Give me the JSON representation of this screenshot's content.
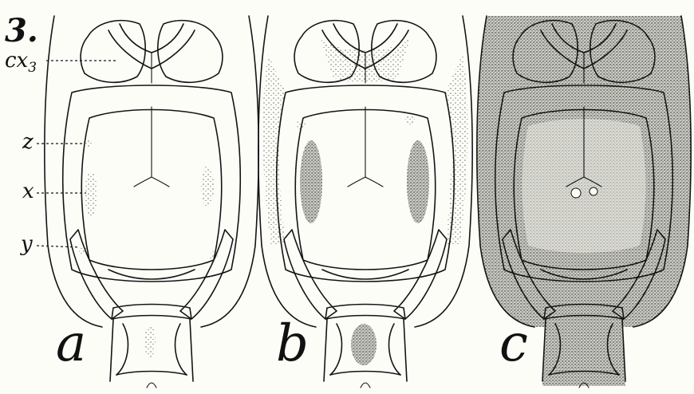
{
  "figure_number": "3.",
  "labels": {
    "cx3_base": "cx",
    "cx3_sub": "3",
    "z": "z",
    "x": "x",
    "y": "y"
  },
  "panels": [
    {
      "letter": "a",
      "shading": "light"
    },
    {
      "letter": "b",
      "shading": "medium"
    },
    {
      "letter": "c",
      "shading": "dense"
    }
  ],
  "colors": {
    "ink": "#141414",
    "paper": "#fdfdf8"
  }
}
